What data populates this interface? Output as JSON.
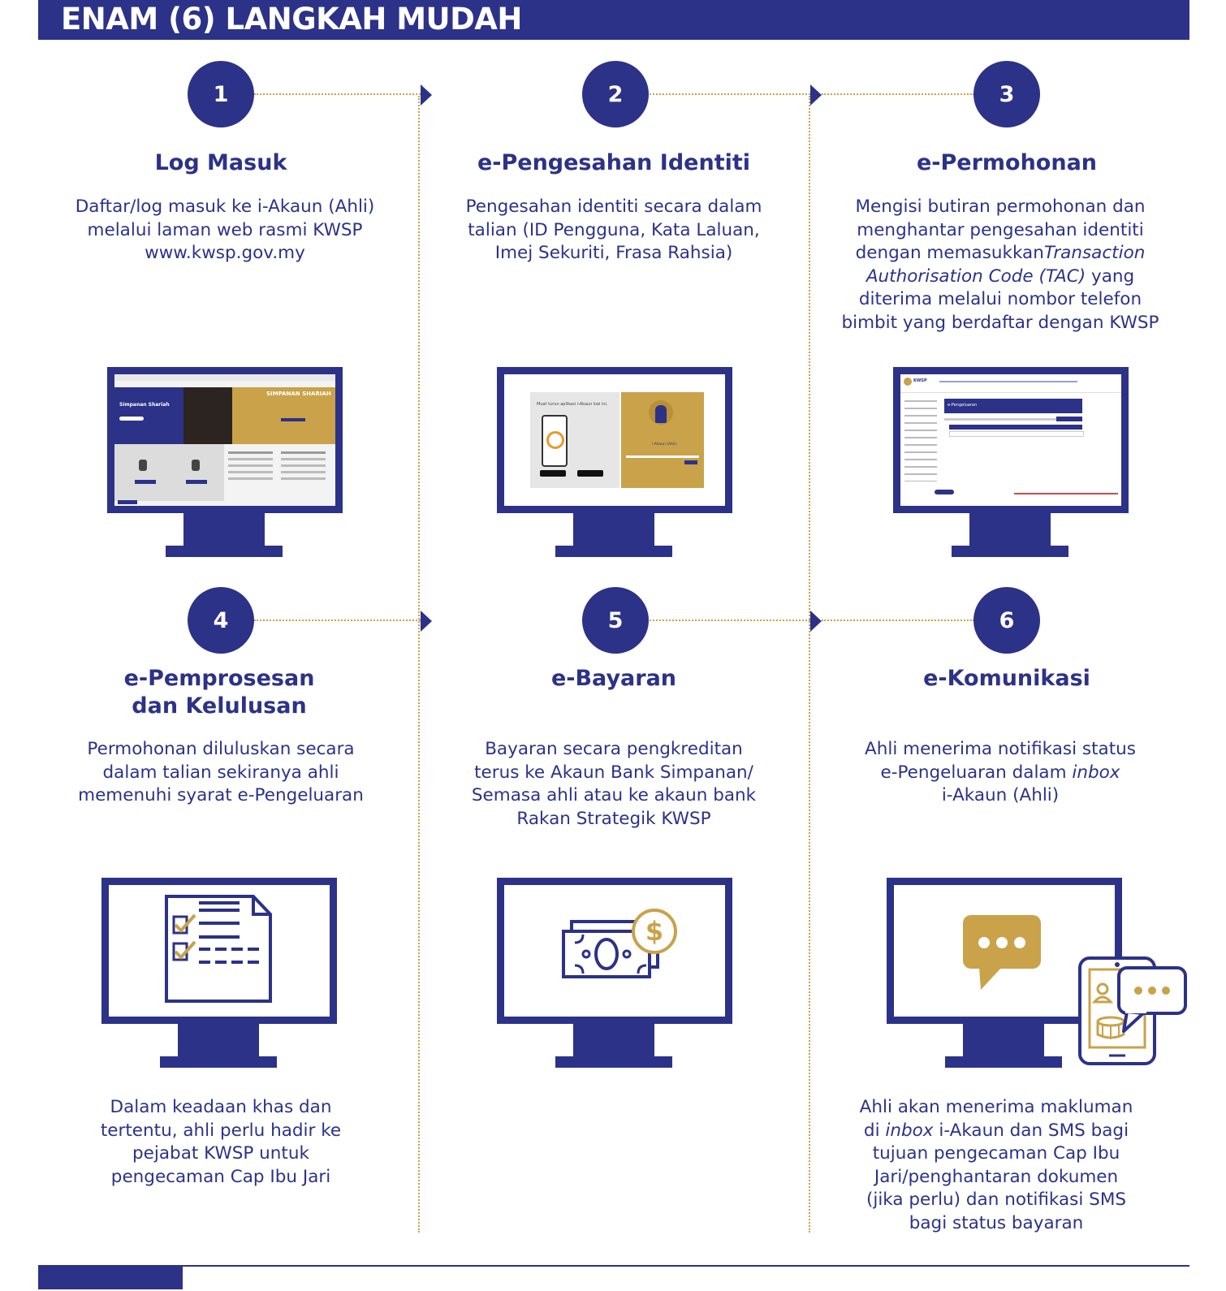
{
  "header": {
    "title": "ENAM (6) LANGKAH MUDAH"
  },
  "colors": {
    "navy": "#2c3288",
    "gold": "#c9a24a",
    "white": "#ffffff"
  },
  "steps": [
    {
      "number": "1",
      "title": "Log Masuk",
      "lines": [
        "Daftar/log masuk ke i-Akaun (Ahli)",
        "melalui laman web rasmi KWSP",
        "www.kwsp.gov.my"
      ],
      "screen": "kwsp-website-screenshot"
    },
    {
      "number": "2",
      "title": "e-Pengesahan Identiti",
      "lines": [
        "Pengesahan identiti secara dalam",
        "talian (ID Pengguna, Kata Laluan,",
        "Imej Sekuriti, Frasa Rahsia)"
      ],
      "screen": "i-akaun-login-screenshot"
    },
    {
      "number": "3",
      "title": "e-Permohonan",
      "line1": "Mengisi butiran permohonan dan",
      "line2": "menghantar pengesahan identiti",
      "line3a": "dengan memasukkan",
      "line3b": "Transaction",
      "line4a": "Authorisation Code (TAC)",
      "line4b": " yang",
      "line5": "diterima melalui nombor telefon",
      "line6": "bimbit yang berdaftar dengan KWSP",
      "screen": "e-pengeluaran-screenshot"
    },
    {
      "number": "4",
      "title1": "e-Pemprosesan",
      "title2": "dan Kelulusan",
      "lines": [
        "Permohonan diluluskan secara",
        "dalam talian sekiranya ahli",
        "memenuhi syarat e-Pengeluaran"
      ],
      "icon": "checklist-document-icon",
      "note": [
        "Dalam keadaan khas dan",
        "tertentu, ahli perlu hadir ke",
        "pejabat KWSP untuk",
        "pengecaman Cap Ibu Jari"
      ]
    },
    {
      "number": "5",
      "title": "e-Bayaran",
      "lines": [
        "Bayaran secara pengkreditan",
        "terus ke Akaun Bank Simpanan/",
        "Semasa ahli atau ke akaun bank",
        "Rakan Strategik KWSP"
      ],
      "icon": "money-dollar-icon"
    },
    {
      "number": "6",
      "title": "e-Komunikasi",
      "line1": "Ahli menerima notifikasi status",
      "line2a": "e-Pengeluaran dalam ",
      "line2b": "inbox",
      "line3": "i-Akaun (Ahli)",
      "icon": "chat-bubble-icon",
      "note1": "Ahli akan menerima makluman",
      "note2a": "di ",
      "note2b": "inbox",
      "note2c": " i-Akaun dan SMS bagi",
      "note3": "tujuan pengecaman Cap Ibu",
      "note4": "Jari/penghantaran dokumen",
      "note5": "(jika perlu) dan notifikasi SMS",
      "note6": "bagi status bayaran"
    }
  ],
  "screens": {
    "s1": {
      "banner": "SIMPANAN SHARIAH",
      "left": "Simpanan Shariah"
    },
    "s2": {
      "heading": "Muat turun aplikasi i-Akaun kwi ini.",
      "label": "i-Akaun (Ahli)"
    },
    "s3": {
      "brand": "KWSP",
      "heading": "e-Pengeluaran"
    }
  }
}
